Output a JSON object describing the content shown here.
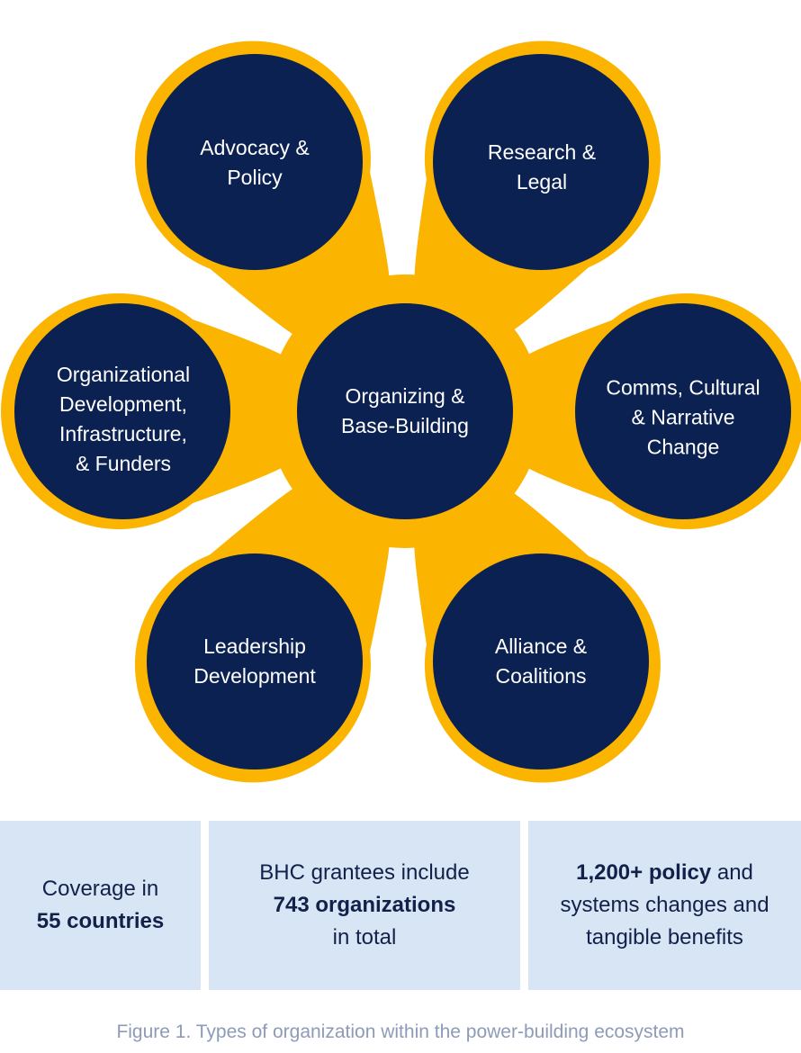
{
  "colors": {
    "navy": "#0b2152",
    "gold": "#fbb400",
    "box_bg": "#d7e5f4"
  },
  "diagram": {
    "center": {
      "label_lines": [
        "Organizing &",
        "Base-Building"
      ]
    },
    "petals": [
      {
        "id": "advocacy-policy",
        "label_lines": [
          "Advocacy &",
          "Policy"
        ]
      },
      {
        "id": "research-legal",
        "label_lines": [
          "Research &",
          "Legal"
        ]
      },
      {
        "id": "comms-cultural-narrative",
        "label_lines": [
          "Comms, Cultural",
          "& Narrative",
          "Change"
        ]
      },
      {
        "id": "alliance-coalitions",
        "label_lines": [
          "Alliance &",
          "Coalitions"
        ]
      },
      {
        "id": "leadership-development",
        "label_lines": [
          "Leadership",
          "Development"
        ]
      },
      {
        "id": "org-development",
        "label_lines": [
          "Organizational",
          "Development,",
          "Infrastructure,",
          "& Funders"
        ]
      }
    ]
  },
  "stats": [
    {
      "pre": "Coverage in",
      "bold": "55 countries",
      "post": ""
    },
    {
      "pre": "BHC grantees include",
      "bold": "743 organizations",
      "post": "in total"
    },
    {
      "bold": "1,200+ policy",
      "pre": " and",
      "post": "systems changes and tangible benefits"
    }
  ],
  "caption": "Figure 1. Types of organization within the power-building ecosystem"
}
